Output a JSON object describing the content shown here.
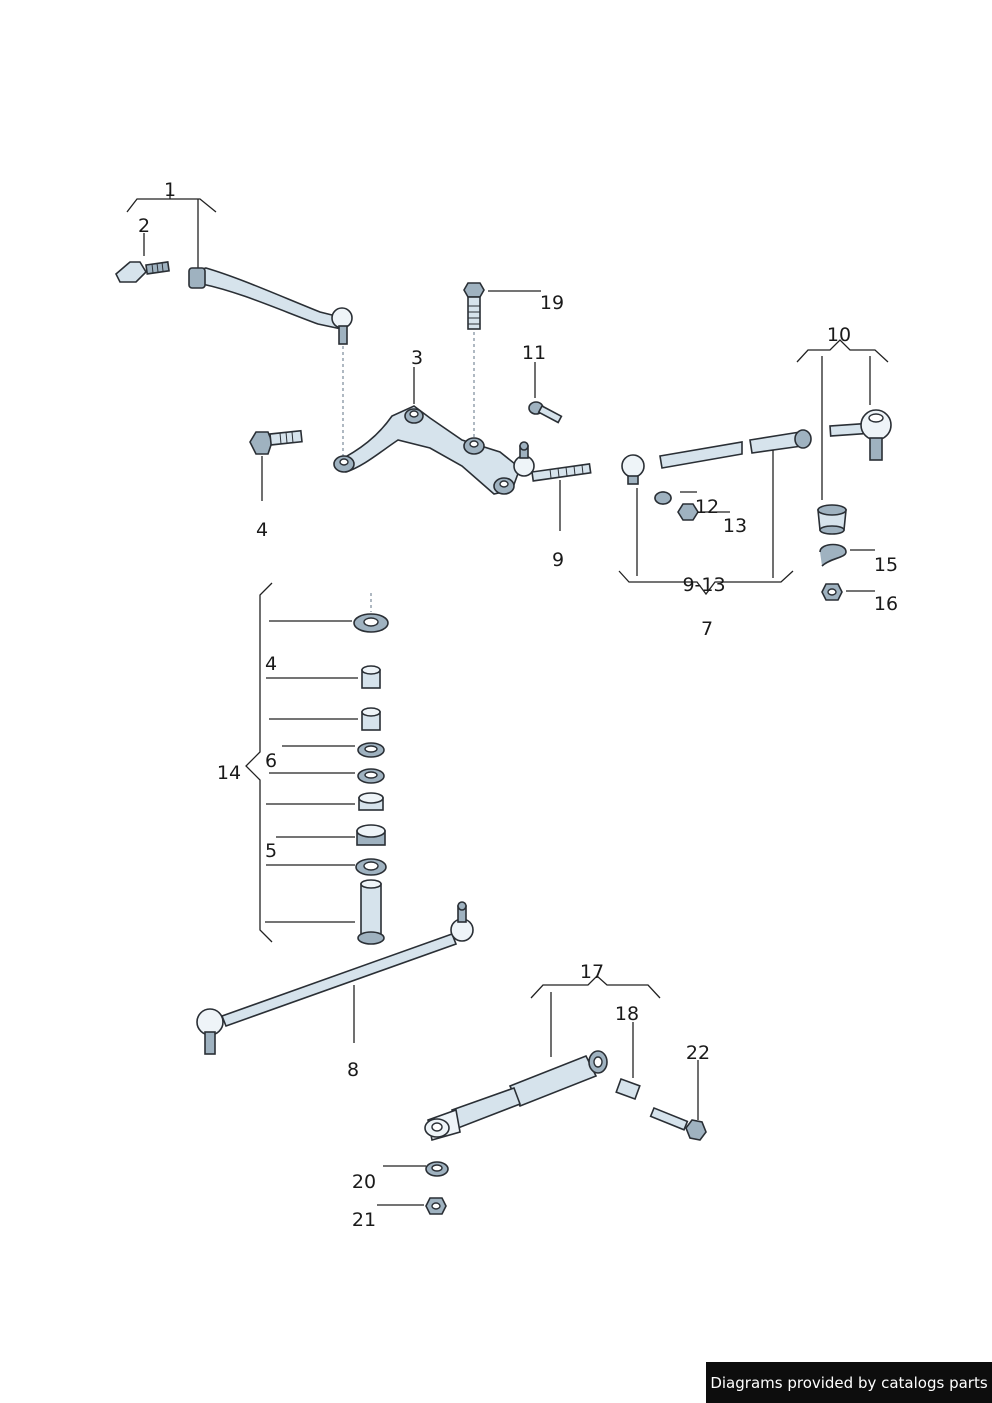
{
  "callouts": {
    "p1": "1",
    "p2": "2",
    "p3": "3",
    "p4a": "4",
    "p4b": "4",
    "p5": "5",
    "p6": "6",
    "p7": "7",
    "p8": "8",
    "p9": "9",
    "p9_13": "9-13",
    "p10": "10",
    "p11": "11",
    "p12": "12",
    "p13": "13",
    "p14": "14",
    "p15": "15",
    "p16": "16",
    "p17": "17",
    "p18": "18",
    "p19": "19",
    "p20": "20",
    "p21": "21",
    "p22": "22"
  },
  "footer": {
    "credit": "Diagrams provided by catalogs parts"
  }
}
